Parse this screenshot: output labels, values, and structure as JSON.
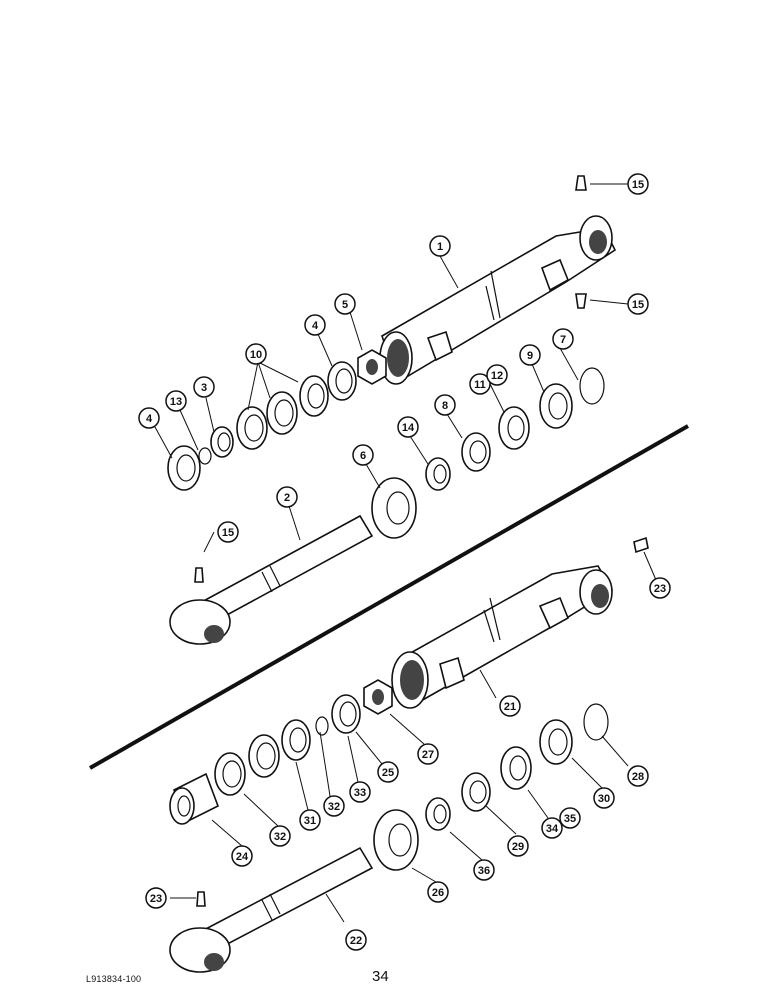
{
  "diagram": {
    "footer_code": "L913834-100",
    "page_number": "34"
  },
  "callouts": {
    "c1": "1",
    "c2": "2",
    "c3": "3",
    "c4a": "4",
    "c4b": "4",
    "c5": "5",
    "c6": "6",
    "c7": "7",
    "c8": "8",
    "c9": "9",
    "c10": "10",
    "c11": "11",
    "c12": "12",
    "c13": "13",
    "c14": "14",
    "c15a": "15",
    "c15b": "15",
    "c15c": "15",
    "c21": "21",
    "c22": "22",
    "c23a": "23",
    "c23b": "23",
    "c24": "24",
    "c25": "25",
    "c26": "26",
    "c27": "27",
    "c28": "28",
    "c29": "29",
    "c30": "30",
    "c31": "31",
    "c32a": "32",
    "c32b": "32",
    "c33": "33",
    "c34": "34",
    "c35": "35",
    "c36": "36"
  }
}
